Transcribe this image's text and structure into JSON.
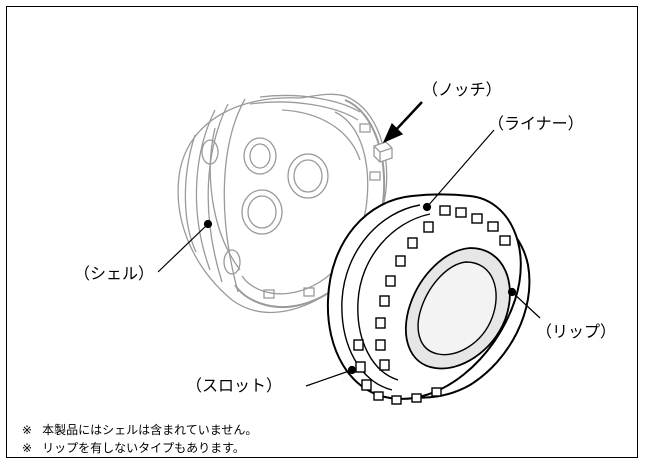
{
  "labels": {
    "notch": "（ノッチ）",
    "liner": "（ライナー）",
    "shell": "（シェル）",
    "lip": "（リップ）",
    "slot": "（スロット）"
  },
  "notes": [
    {
      "mark": "※",
      "text": "本製品にはシェルは含まれていません。"
    },
    {
      "mark": "※",
      "text": "リップを有しないタイプもあります。"
    }
  ]
}
